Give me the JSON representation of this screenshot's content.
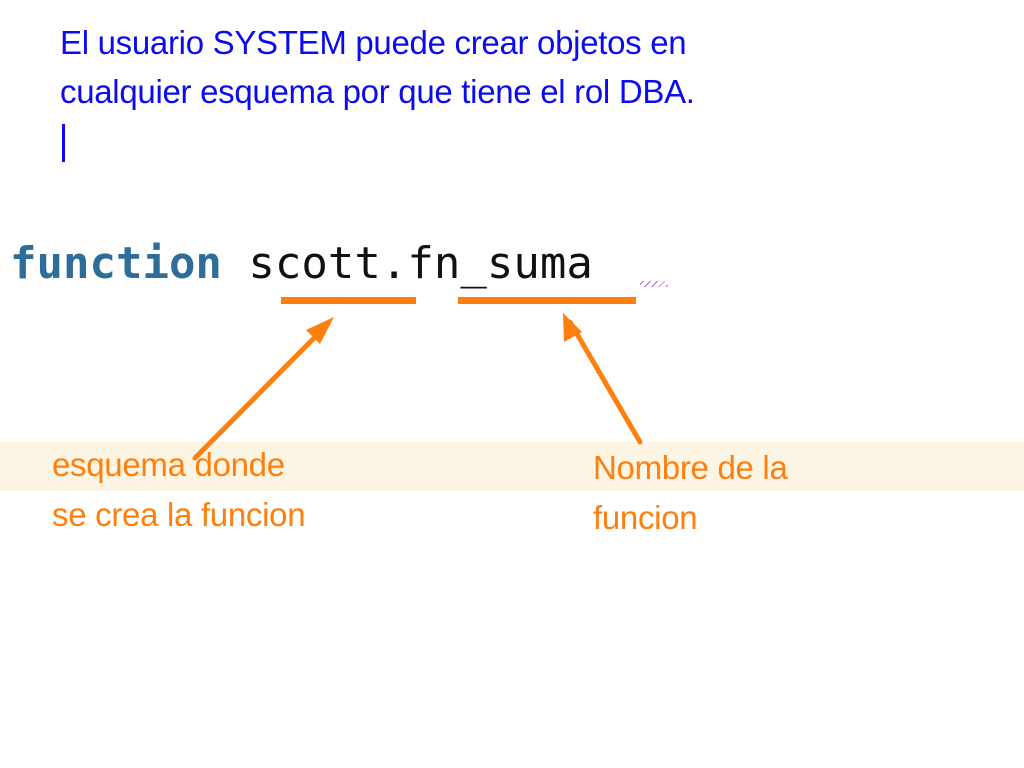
{
  "intro": {
    "line1": "El usuario SYSTEM puede crear objetos en",
    "line2": "cualquier esquema por que tiene el rol DBA."
  },
  "code": {
    "keyword": "function",
    "schema": "scott",
    "separator": ".",
    "function_name": "fn_suma"
  },
  "annotations": {
    "schema_label": {
      "line1": "esquema donde",
      "line2": "se crea la funcion"
    },
    "function_label": {
      "line1": "Nombre de la",
      "line2": "funcion"
    }
  },
  "colors": {
    "intro_text": "#0b0bf0",
    "keyword": "#2e6c99",
    "annotation": "#ff7f0e",
    "band": "#fdf5e4"
  }
}
